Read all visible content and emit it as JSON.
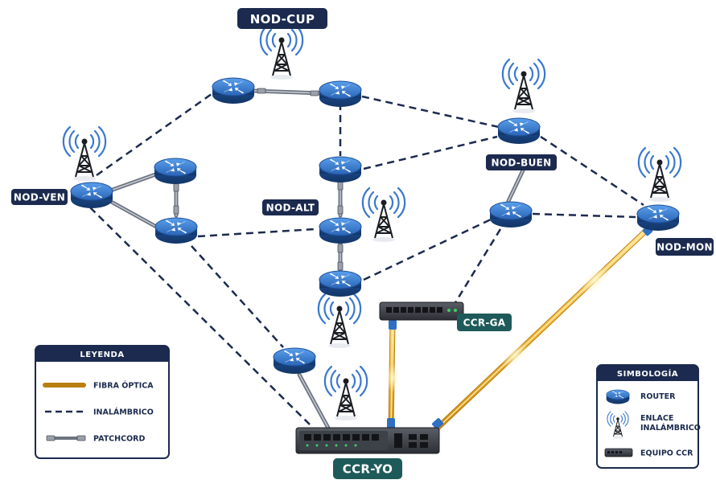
{
  "nodes": {
    "cup": "NOD-CUP",
    "ven": "NOD-VEN",
    "alt": "NOD-ALT",
    "buen": "NOD-BUEN",
    "mon": "NOD-MON",
    "ccr_ga": "CCR-GA",
    "ccr_yo": "CCR-YO"
  },
  "leyenda": {
    "title": "LEYENDA",
    "fibra": "FIBRA ÓPTICA",
    "inalambrico": "INALÁMBRICO",
    "patchcord": "PATCHCORD"
  },
  "simbologia": {
    "title": "SIMBOLOGÍA",
    "router": "ROUTER",
    "enlace_1": "ENLACE",
    "enlace_2": "INALÁMBRICO",
    "equipo": "EQUIPO CCR"
  },
  "colors": {
    "navy": "#1b2a4e",
    "teal": "#1f5a5a",
    "router_blue": "#2f6fc4",
    "fiber": "#f2b73a"
  }
}
